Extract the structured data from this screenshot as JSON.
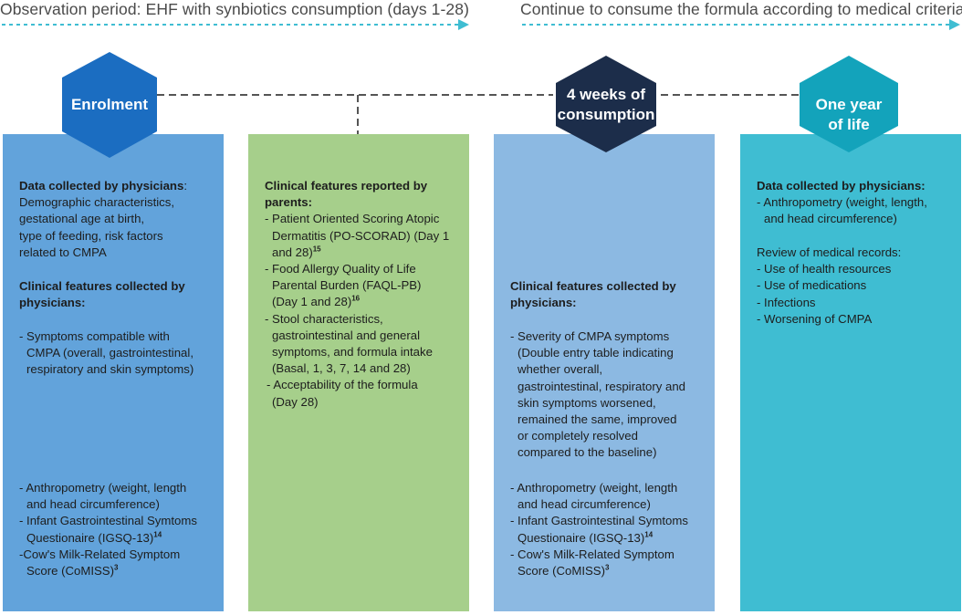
{
  "timeline": {
    "observation_label": "Observation period: EHF with synbiotics consumption (days 1-28)",
    "continue_label": "Continue to consume the formula according to medical criteria."
  },
  "milestones": [
    {
      "line1": "Enrolment",
      "line2": "",
      "color": "#1b6dc1"
    },
    {
      "line1": "4 weeks of",
      "line2": "consumption",
      "color": "#1c2d4a"
    },
    {
      "line1": "One year",
      "line2": "of life",
      "color": "#13a3bb"
    }
  ],
  "colors": {
    "col1": "#62a3db",
    "col2": "#a6cf8b",
    "col3": "#8cb9e2",
    "col4": "#3fbdd2",
    "arrow": "#3fbdd2",
    "connector": "#555555"
  },
  "columns": {
    "enrolment": {
      "physician_heading": "Data collected by physicians",
      "physician_heading_suffix": ":",
      "physician_items": [
        "Demographic characteristics,",
        "gestational age at birth,",
        "type of feeding, risk factors",
        "related to CMPA"
      ],
      "clinical_heading_1": "Clinical features collected by",
      "clinical_heading_2": "physicians:",
      "symptoms_1": "- Symptoms compatible with",
      "symptoms_2": "CMPA (overall, gastrointestinal,",
      "symptoms_3": "respiratory and skin symptoms)",
      "anthro_1": "- Anthropometry (weight, length",
      "anthro_2": "and head circumference)",
      "igsq_1": "- Infant Gastrointestinal Symtoms",
      "igsq_2": "Questionaire (IGSQ-13)",
      "igsq_ref": "14",
      "comiss_1": "-Cow's Milk-Related Symptom",
      "comiss_2": "Score (CoMISS)",
      "comiss_ref": "3"
    },
    "parents": {
      "heading_1": "Clinical features reported by",
      "heading_2": "parents:",
      "po_1": "- Patient Oriented Scoring Atopic",
      "po_2": "Dermatitis (PO-SCORAD) (Day 1",
      "po_3": "and 28)",
      "po_ref": "15",
      "faql_1": "- Food Allergy Quality of Life",
      "faql_2": "Parental Burden (FAQL-PB)",
      "faql_3": "(Day 1 and 28)",
      "faql_ref": "16",
      "stool_1": "- Stool characteristics,",
      "stool_2": "gastrointestinal and general",
      "stool_3": "symptoms, and formula intake",
      "stool_4": "(Basal, 1, 3, 7, 14 and 28)",
      "accept_1": "- Acceptability of the formula",
      "accept_2": "(Day 28)"
    },
    "four_weeks": {
      "heading_1": "Clinical features collected by",
      "heading_2": "physicians:",
      "sev_1": "- Severity of CMPA symptoms",
      "sev_2": "(Double entry table indicating",
      "sev_3": "whether overall,",
      "sev_4": "gastrointestinal, respiratory and",
      "sev_5": "skin symptoms worsened,",
      "sev_6": "remained the same, improved",
      "sev_7": "or completely resolved",
      "sev_8": "compared to the baseline)",
      "anthro_1": "- Anthropometry (weight, length",
      "anthro_2": "and head circumference)",
      "igsq_1": "- Infant Gastrointestinal Symtoms",
      "igsq_2": "Questionaire (IGSQ-13)",
      "igsq_ref": "14",
      "comiss_1": "- Cow's Milk-Related Symptom",
      "comiss_2": "Score (CoMISS)",
      "comiss_ref": "3"
    },
    "one_year": {
      "heading": "Data collected by physicians:",
      "anthro_1": "- Anthropometry (weight, length,",
      "anthro_2": "and head circumference)",
      "review_heading": "Review of medical records:",
      "review_items": [
        "- Use of health resources",
        "- Use of medications",
        "- Infections",
        "- Worsening of CMPA"
      ]
    }
  }
}
